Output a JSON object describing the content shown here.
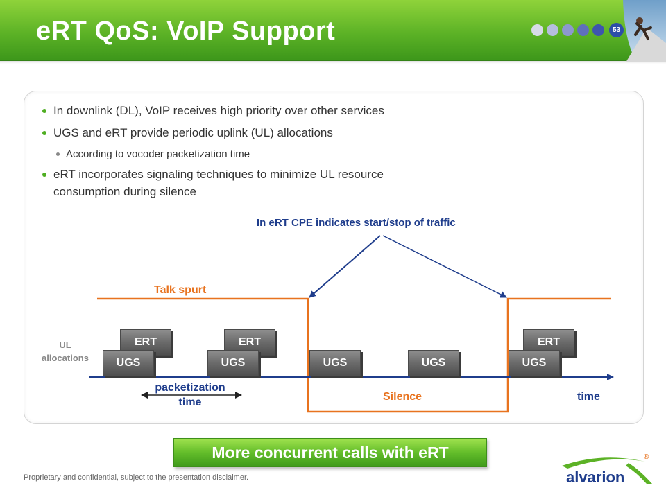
{
  "slide": {
    "title": "eRT QoS: VoIP Support",
    "slide_number": "53",
    "brand_color": "#5cb226"
  },
  "bullets": [
    {
      "text": "In downlink (DL), VoIP receives high priority over other services",
      "level": 1
    },
    {
      "text": "UGS and eRT provide periodic uplink (UL) allocations",
      "level": 1
    },
    {
      "text": "According to vocoder packetization time",
      "level": 2
    },
    {
      "text": "eRT incorporates signaling techniques to minimize UL resource",
      "level": 1
    },
    {
      "text": "consumption during silence",
      "level": 0
    }
  ],
  "diagram": {
    "signal_note": "In eRT CPE indicates start/stop of traffic",
    "talk_spurt_label": "Talk spurt",
    "ul_label_line1": "UL",
    "ul_label_line2": "allocations",
    "packetization_line1": "packetization",
    "packetization_line2": "time",
    "silence_label": "Silence",
    "time_label": "time",
    "blocks": [
      "ERT",
      "ERT",
      "ERT",
      "UGS",
      "UGS",
      "UGS",
      "UGS",
      "UGS"
    ],
    "colors": {
      "orange": "#e8731f",
      "blue": "#1f3d8c",
      "block_gray": "#6a6a6a"
    }
  },
  "cta": {
    "label": "More concurrent calls with eRT"
  },
  "footer": {
    "text": "Proprietary and confidential, subject to the presentation disclaimer."
  },
  "logo": {
    "text": "alvarion",
    "registered": "®"
  },
  "icons": {
    "progress_dots": "progress-dots-icon",
    "photo": "skateboarder-photo-icon"
  }
}
